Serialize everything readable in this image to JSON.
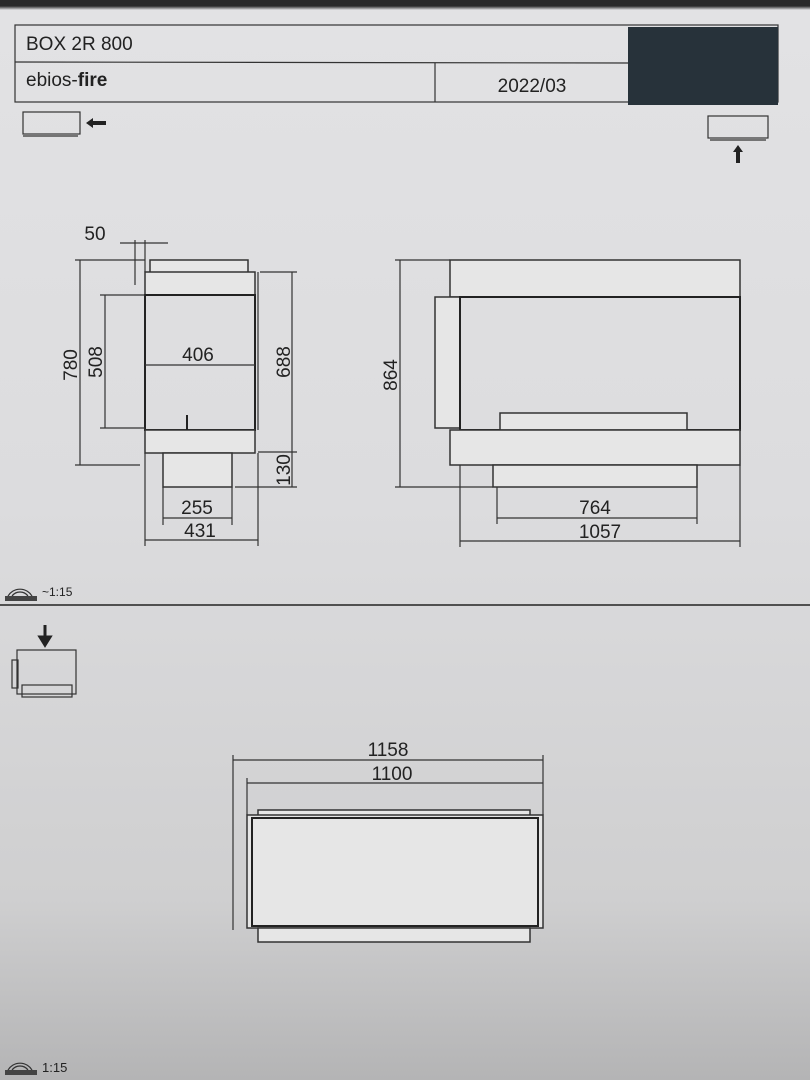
{
  "header": {
    "model": "BOX 2R 800",
    "brand_prefix": "ebios-",
    "brand_bold": "fire",
    "date": "2022/03"
  },
  "side_view": {
    "dims": {
      "top_offset": "50",
      "height_total": "780",
      "glass_height": "508",
      "glass_width": "406",
      "body_height": "688",
      "foot_height": "130",
      "foot_width": "255",
      "depth": "431"
    }
  },
  "front_view": {
    "dims": {
      "height": "864",
      "burner_width": "764",
      "width": "1057"
    }
  },
  "top_view": {
    "dims": {
      "overall_width": "1158",
      "body_width": "1100"
    }
  },
  "scale": {
    "label": "~1:15",
    "bottom_label": "1:15"
  },
  "colors": {
    "paper": "#dcdcde",
    "ink": "#222222",
    "redaction": "#27323a"
  }
}
